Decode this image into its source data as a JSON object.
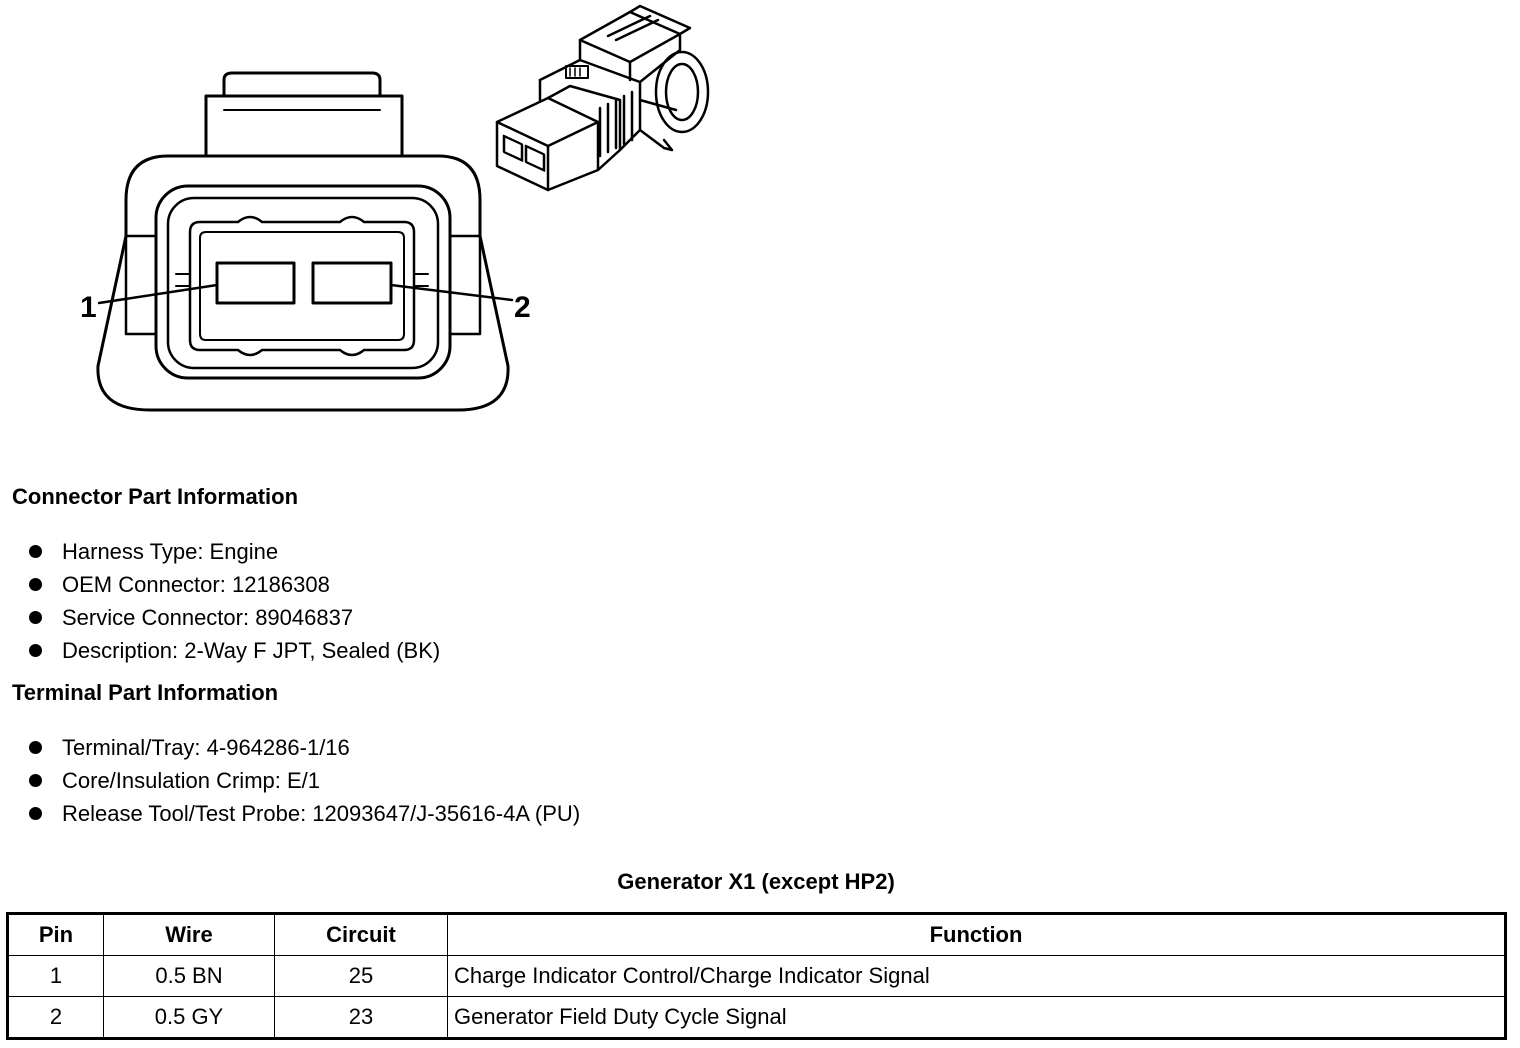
{
  "diagram": {
    "pin_labels": [
      "1",
      "2"
    ]
  },
  "connector_info": {
    "heading": "Connector Part Information",
    "items": [
      "Harness Type: Engine",
      "OEM Connector: 12186308",
      "Service Connector: 89046837",
      "Description: 2-Way F JPT, Sealed (BK)"
    ]
  },
  "terminal_info": {
    "heading": "Terminal Part Information",
    "items": [
      "Terminal/Tray: 4-964286-1/16",
      "Core/Insulation Crimp: E/1",
      "Release Tool/Test Probe: 12093647/J-35616-4A (PU)"
    ]
  },
  "table": {
    "title": "Generator X1 (except HP2)",
    "headers": [
      "Pin",
      "Wire",
      "Circuit",
      "Function"
    ],
    "rows": [
      [
        "1",
        "0.5 BN",
        "25",
        "Charge Indicator Control/Charge Indicator Signal"
      ],
      [
        "2",
        "0.5 GY",
        "23",
        "Generator Field Duty Cycle Signal"
      ]
    ]
  }
}
